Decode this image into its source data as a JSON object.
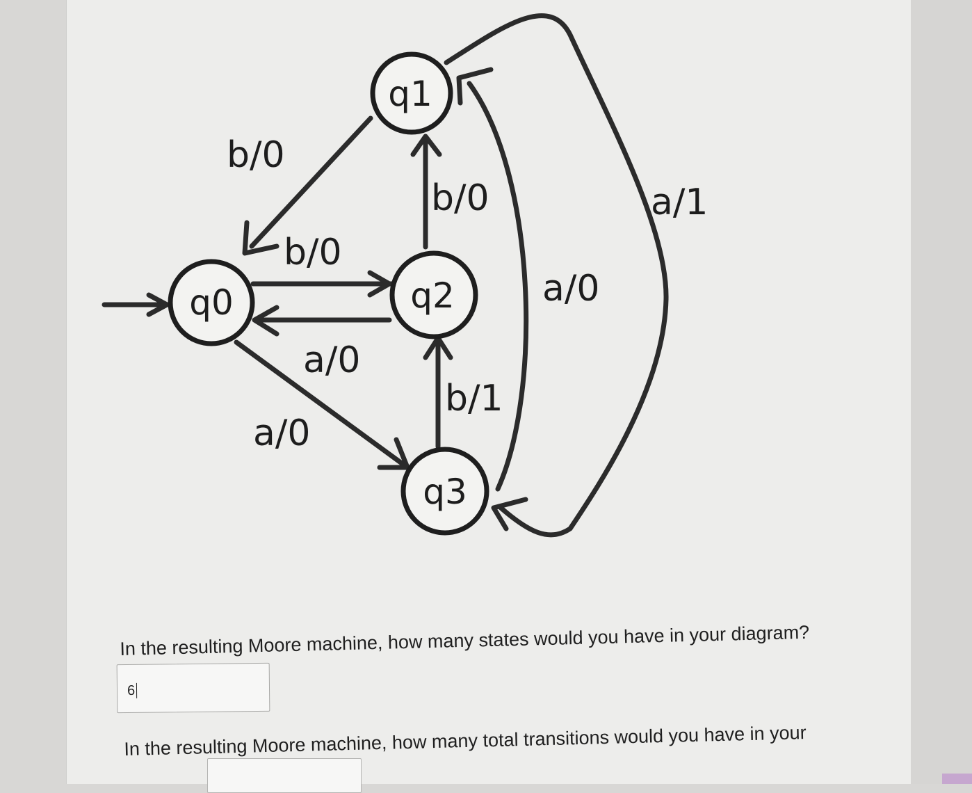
{
  "diagram": {
    "states": {
      "q0": "q0",
      "q1": "q1",
      "q2": "q2",
      "q3": "q3"
    },
    "transitions": {
      "q1_to_q0": "b/0",
      "q0_to_q2": "b/0",
      "q2_to_q1": "b/0",
      "q2_to_q0": "a/0",
      "q0_to_q3": "a/0",
      "q3_to_q2": "b/1",
      "q3_to_q1": "a/0",
      "q1_to_q3": "a/1"
    }
  },
  "question1": {
    "text": "In the resulting Moore machine, how many states would you have in your diagram?",
    "answer": "6"
  },
  "question2": {
    "text": "In the resulting Moore machine, how many total transitions would you have in your"
  }
}
